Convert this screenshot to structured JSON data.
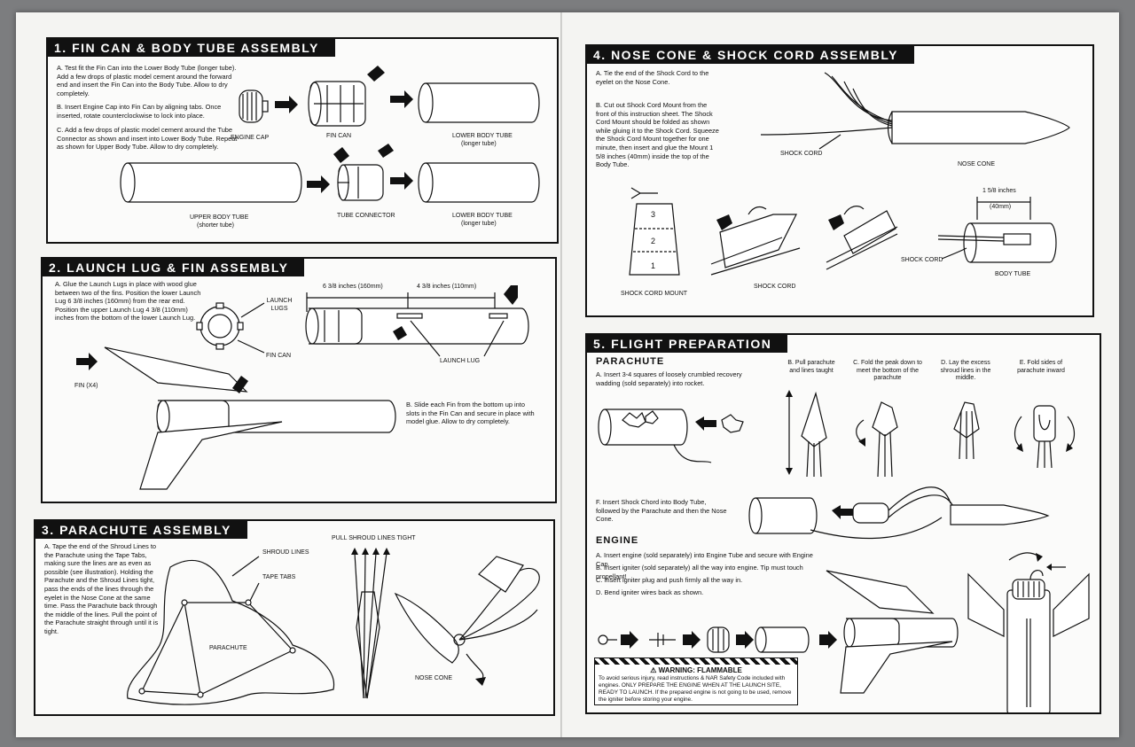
{
  "sections": {
    "s1": {
      "title": "1. FIN CAN & BODY TUBE ASSEMBLY",
      "step_a": "A. Test fit the Fin Can into the Lower Body Tube (longer tube). Add a few drops of plastic model cement around the forward end and insert the Fin Can into the Body Tube. Allow to dry completely.",
      "step_b": "B. Insert Engine Cap into Fin Can by aligning tabs. Once inserted, rotate counterclockwise to lock into place.",
      "step_c": "C. Add a few drops of plastic model cement around the Tube Connector as shown and insert into Lower Body Tube. Repeat as shown for Upper Body Tube. Allow to dry completely.",
      "labels": {
        "engine_cap": "ENGINE CAP",
        "fin_can": "FIN CAN",
        "lower_body_tube": "LOWER BODY TUBE",
        "longer_tube": "(longer tube)",
        "upper_body_tube": "UPPER BODY TUBE",
        "shorter_tube": "(shorter tube)",
        "tube_connector": "TUBE CONNECTOR"
      }
    },
    "s2": {
      "title": "2. LAUNCH LUG & FIN ASSEMBLY",
      "step_a": "A. Glue the Launch Lugs in place with wood glue between two of the fins. Position the lower Launch Lug 6 3/8 inches (160mm) from the rear end. Position the upper Launch Lug 4 3/8 (110mm) inches from the bottom of the lower Launch Lug.",
      "step_b": "B. Slide each Fin from the bottom up into slots in the Fin Can and secure in place with model glue. Allow to dry completely.",
      "labels": {
        "launch_lugs": "LAUNCH LUGS",
        "fin_can": "FIN CAN",
        "dim1": "6 3/8 inches (160mm)",
        "dim2": "4 3/8 inches (110mm)",
        "launch_lug": "LAUNCH LUG",
        "fin": "FIN (X4)"
      }
    },
    "s3": {
      "title": "3. PARACHUTE ASSEMBLY",
      "step_a": "A. Tape the end of the Shroud Lines to the Parachute using the Tape Tabs, making sure the lines are as even as possible (see illustration). Holding the Parachute and the Shroud Lines tight, pass the ends of the lines through the eyelet in the Nose Cone at the same time. Pass the Parachute back through the middle of the lines. Pull the point of the Parachute straight through until it is tight.",
      "labels": {
        "shroud_lines": "SHROUD LINES",
        "tape_tabs": "TAPE TABS",
        "parachute": "PARACHUTE",
        "pull": "PULL SHROUD LINES TIGHT",
        "nose_cone": "NOSE CONE"
      }
    },
    "s4": {
      "title": "4. NOSE CONE & SHOCK CORD ASSEMBLY",
      "step_a": "A. Tie the end of the Shock Cord to the eyelet on the Nose Cone.",
      "step_b": "B. Cut out Shock Cord Mount from the front of this instruction sheet. The Shock Cord Mount should be folded as shown while gluing it to the Shock Cord. Squeeze the Shock Cord Mount together for one minute, then insert and glue the Mount 1 5/8 inches (40mm) inside the top of the Body Tube.",
      "labels": {
        "shock_cord": "SHOCK CORD",
        "nose_cone": "NOSE CONE",
        "shock_cord_mount": "SHOCK CORD MOUNT",
        "dim_in": "1 5/8 inches",
        "dim_mm": "(40mm)",
        "body_tube": "BODY TUBE",
        "n1": "1",
        "n2": "2",
        "n3": "3"
      }
    },
    "s5": {
      "title": "5. FLIGHT PREPARATION",
      "parachute_heading": "PARACHUTE",
      "step_a": "A. Insert 3-4 squares of loosely crumbled recovery wadding (sold separately) into rocket.",
      "step_b": "B. Pull parachute and lines taught",
      "step_c": "C. Fold the peak down to meet the bottom of the parachute",
      "step_d": "D. Lay the excess shroud lines in the middle.",
      "step_e": "E. Fold sides of parachute inward",
      "step_f": "F. Insert Shock Chord into Body Tube, followed by the Parachute and then the Nose Cone.",
      "engine_heading": "ENGINE",
      "eng_a": "A. Insert engine (sold separately) into Engine Tube and secure with Engine Cap.",
      "eng_b": "B. Insert igniter (sold separately) all the way into engine. Tip must touch propellant!",
      "eng_c": "C. Insert igniter plug and push firmly all the way in.",
      "eng_d": "D. Bend igniter wires back as shown.",
      "warning_title": "WARNING: FLAMMABLE",
      "warning_body": "To avoid serious injury, read instructions & NAR Safety Code included with engines. ONLY PREPARE THE ENGINE WHEN AT THE LAUNCH SITE, READY TO LAUNCH. If the prepared engine is not going to be used, remove the igniter before storing your engine."
    }
  }
}
